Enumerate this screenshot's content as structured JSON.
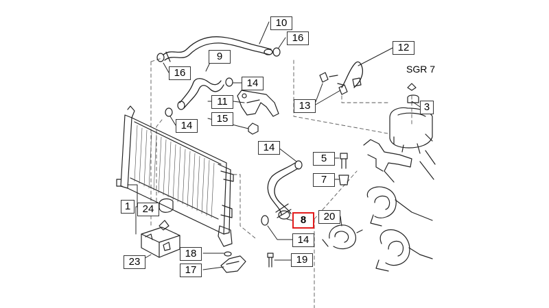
{
  "diagram": {
    "parts": {
      "p1": "1",
      "p3": "3",
      "p5": "5",
      "p7": "7",
      "p8": "8",
      "p9": "9",
      "p10": "10",
      "p11": "11",
      "p12": "12",
      "p13": "13",
      "p14a": "14",
      "p14b": "14",
      "p14c": "14",
      "p14d": "14",
      "p15": "15",
      "p16a": "16",
      "p16b": "16",
      "p17": "17",
      "p18": "18",
      "p19": "19",
      "p20": "20",
      "p23": "23",
      "p24": "24"
    },
    "highlighted": "8",
    "sgr_label": "SGR 7",
    "highlight_color": "#e21b1b"
  }
}
